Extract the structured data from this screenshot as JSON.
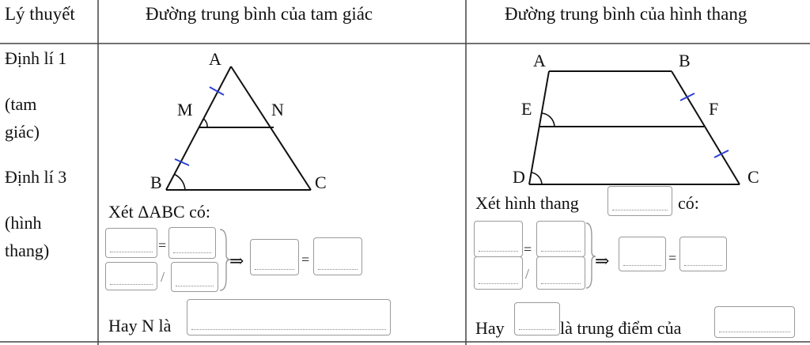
{
  "header": {
    "col1": "Lý thuyết",
    "col2": "Đường trung bình của tam giác",
    "col3": "Đường trung bình của hình thang"
  },
  "left_column": {
    "line1": "Định lí 1",
    "line2": "(tam",
    "line3": "giác)",
    "line4": "Định lí 3",
    "line5": "(hình",
    "line6": "thang)"
  },
  "triangle": {
    "label_A": "A",
    "label_M": "M",
    "label_N": "N",
    "label_B": "B",
    "label_C": "C",
    "consider": "Xét ΔABC có:",
    "equals": "=",
    "slash": "/",
    "implies": "⇒",
    "conclusion_prefix": "Hay N là"
  },
  "trapezoid": {
    "label_A": "A",
    "label_B": "B",
    "label_E": "E",
    "label_F": "F",
    "label_D": "D",
    "label_C": "C",
    "consider_prefix": "Xét hình thang",
    "consider_suffix": "có:",
    "equals": "=",
    "slash": "/",
    "implies": "⇒",
    "conclusion_prefix": "Hay",
    "conclusion_middle": "là trung điểm của"
  }
}
